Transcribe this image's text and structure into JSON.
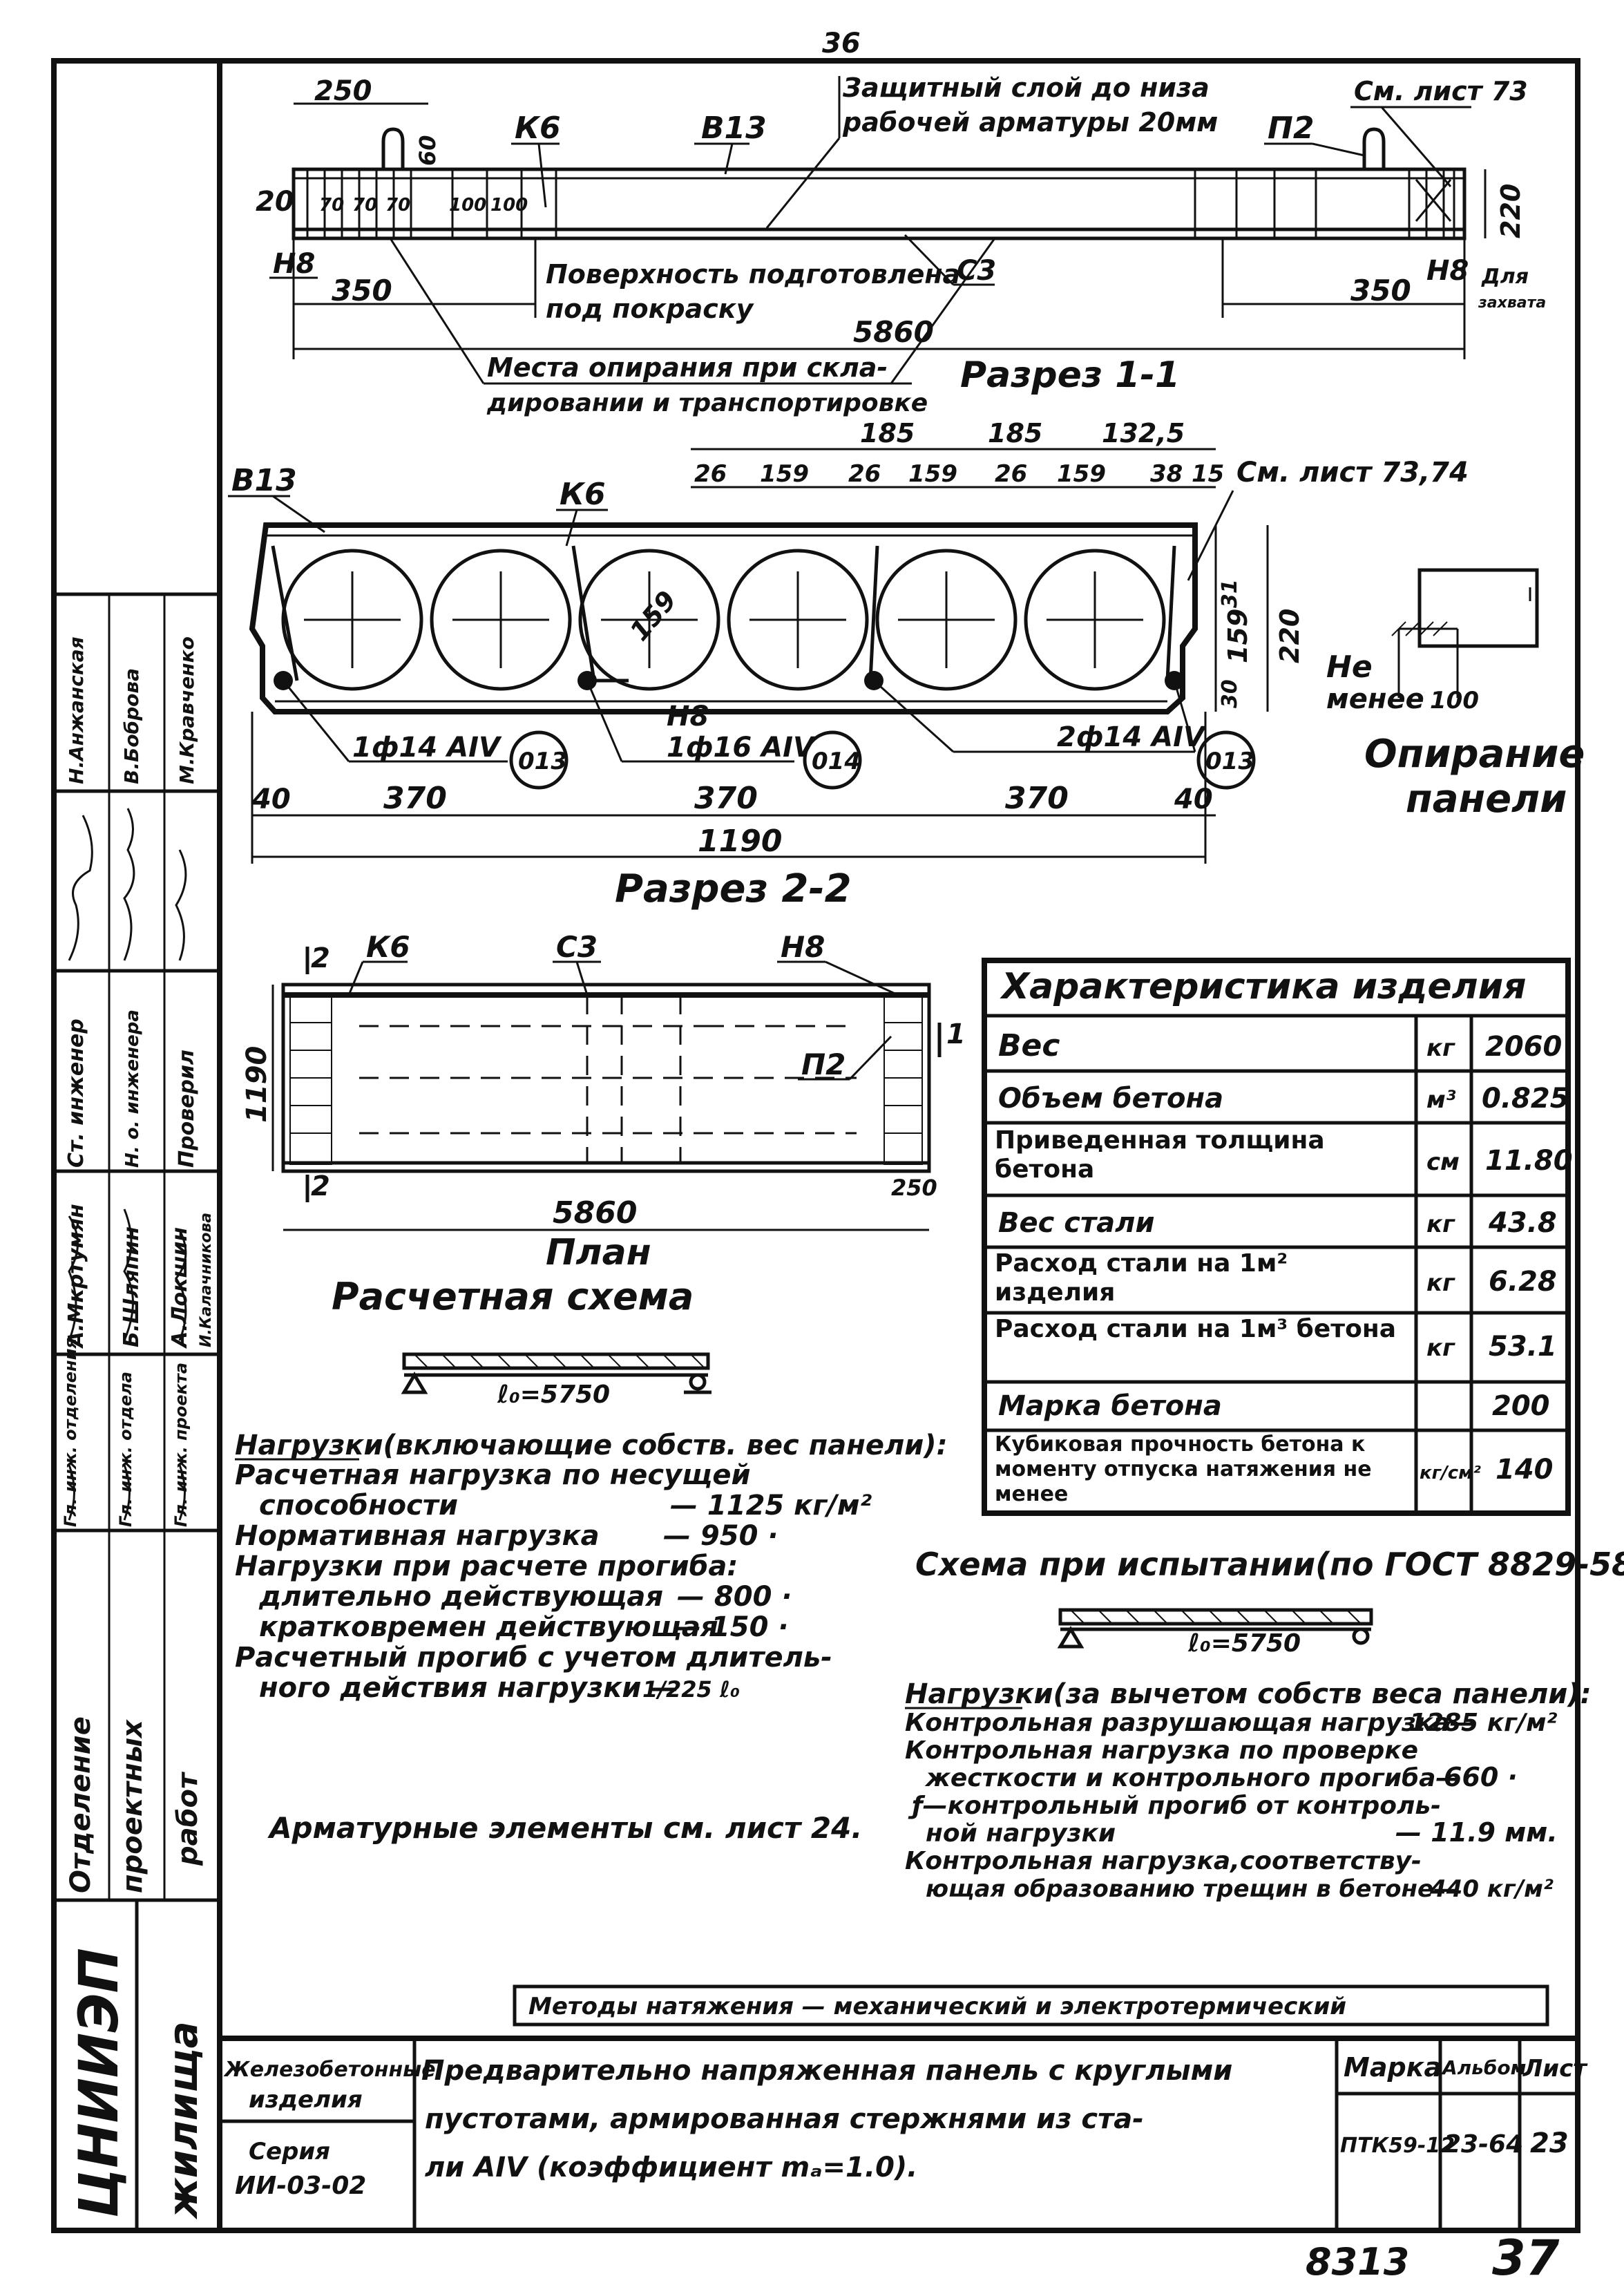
{
  "page": {
    "number_top": "36",
    "number_bottom": "37",
    "stamp_number": "8313"
  },
  "section_1_1": {
    "title": "Разрез 1-1",
    "dim_250": "250",
    "dim_60": "60",
    "dim_20": "20",
    "dims_70": [
      "70",
      "70",
      "70"
    ],
    "dims_100": [
      "100",
      "100"
    ],
    "label_k6": "К6",
    "label_b13": "В13",
    "label_p2": "П2",
    "label_c3": "С3",
    "label_h8_left": "Н8",
    "label_h8_right": "Н8",
    "note_protect": "Защитный слой до низа",
    "note_protect_2": "рабочей арматуры 20мм",
    "see_sheet": "См. лист 73",
    "dim_220": "220",
    "dim_350_left": "350",
    "dim_350_right": "350",
    "note_surface": "Поверхность подготовлена",
    "note_surface_2": "под покраску",
    "dim_5860": "5860",
    "note_grab": "Для",
    "note_grab_2": "захвата",
    "note_support": "Места опирания при скла-",
    "note_support_2": "дировании и транспортировке"
  },
  "section_2_2": {
    "title": "Разрез 2-2",
    "label_b13": "В13",
    "label_k6": "К6",
    "dim_185a": "185",
    "dim_185b": "185",
    "dim_132": "132,5",
    "dims_top": [
      "26",
      "159",
      "26",
      "159",
      "26",
      "159",
      "38",
      "15"
    ],
    "see_sheet": "См. лист 73,74",
    "dim_159_diam": "159",
    "dim_220": "220",
    "dim_159_v": "159",
    "dim_31": "31",
    "dim_30": "30",
    "rebar_1": "1ф14 AIV",
    "rebar_2": "1ф16 AIV",
    "rebar_3": "2ф14 AIV",
    "label_h8": "Н8",
    "mark_1": "013",
    "mark_2": "014",
    "mark_3": "013",
    "dim_40a": "40",
    "dim_370a": "370",
    "dim_370b": "370",
    "dim_370c": "370",
    "dim_40b": "40",
    "dim_1190": "1190"
  },
  "support": {
    "note_1": "Не",
    "note_2": "менее",
    "dim_100": "100",
    "title_1": "Опирание",
    "title_2": "панели"
  },
  "plan": {
    "title": "План",
    "label_k6": "К6",
    "label_c3": "С3",
    "label_h8": "Н8",
    "label_p2": "П2",
    "mark_2": "2",
    "mark_1": "1",
    "dim_1190": "1190",
    "dim_5860": "5860",
    "dim_250": "250"
  },
  "calc_scheme": {
    "title": "Расчетная схема",
    "span": "ℓ₀=5750",
    "loads_title": "Нагрузки(включающие собств. вес панели):",
    "line_1": "Расчетная нагрузка по несущей",
    "line_2": "способности",
    "val_2": "— 1125 кг/м²",
    "line_3": "Нормативная нагрузка",
    "val_3": "— 950 ·",
    "line_4": "Нагрузки при расчете прогиба:",
    "line_5": "длительно действующая",
    "val_5": "— 800 ·",
    "line_6": "кратковремен действующая",
    "val_6": "— 150 ·",
    "line_7": "Расчетный прогиб с учетом длитель-",
    "line_8": "ного действия нагрузки —",
    "val_8": "1/225 ℓ₀",
    "rebar_note": "Арматурные элементы см. лист 24."
  },
  "characteristics": {
    "title": "Характеристика изделия",
    "rows": [
      {
        "name": "Вес",
        "unit": "кг",
        "value": "2060"
      },
      {
        "name": "Объем бетона",
        "unit": "м³",
        "value": "0.825"
      },
      {
        "name": "Приведенная толщина бетона",
        "unit": "см",
        "value": "11.80"
      },
      {
        "name": "Вес стали",
        "unit": "кг",
        "value": "43.8"
      },
      {
        "name": "Расход стали на 1м² изделия",
        "unit": "кг",
        "value": "6.28"
      },
      {
        "name": "Расход стали на 1м³ бетона",
        "unit": "кг",
        "value": "53.1"
      },
      {
        "name": "Марка бетона",
        "unit": "",
        "value": "200"
      },
      {
        "name": "Кубиковая прочность бетона к моменту отпуска натяжения не менее",
        "unit": "кг/см²",
        "value": "140"
      }
    ]
  },
  "test_scheme": {
    "title": "Схема при испытании(по ГОСТ 8829-58)",
    "span": "ℓ₀=5750",
    "loads_title": "Нагрузки(за вычетом собств веса панели):",
    "line_1": "Контрольная разрушающая нагрузка—",
    "val_1": "1285 кг/м²",
    "line_2": "Контрольная нагрузка по проверке",
    "line_3": "жесткости и контрольного прогиба—",
    "val_3": "660 ·",
    "line_4": "ƒ—контрольный прогиб от контроль-",
    "line_5": "ной нагрузки",
    "val_5": "— 11.9 мм.",
    "line_6": "Контрольная нагрузка,соответству-",
    "line_7": "ющая образованию трещин в бетоне—",
    "val_7": "440 кг/м²"
  },
  "methods": "Методы натяжения — механический и электротермический",
  "title_block": {
    "category_1": "Железобетонные",
    "category_2": "изделия",
    "series_1": "Серия",
    "series_2": "ИИ-03-02",
    "description_1": "Предварительно напряженная панель с круглыми",
    "description_2": "пустотами, армированная стержнями из ста-",
    "description_3": "ли AIV (коэффициент mₐ=1.0).",
    "mark_label": "Марка",
    "mark_value": "ПТК59-12",
    "album_label": "Альбом",
    "album_value": "23-64",
    "sheet_label": "Лист",
    "sheet_value": "23"
  },
  "side_block": {
    "org": "ЦНИИЭП",
    "org_2": "жилища",
    "dept_1": "Отделение",
    "dept_2": "проектных",
    "dept_3": "работ",
    "roles": [
      "Гл. инж. отделения",
      "Гл. инж. отдела",
      "Гл. инж. проекта",
      "Ст. инженер",
      "Н. о. инженера",
      "Проверил"
    ],
    "names": [
      "А.Мкртумян",
      "Б.Шляпин",
      "А.Локшин",
      "И.Калачникова",
      "Н.Анжанская",
      "В.Боброва",
      "М.Кравченко"
    ]
  }
}
